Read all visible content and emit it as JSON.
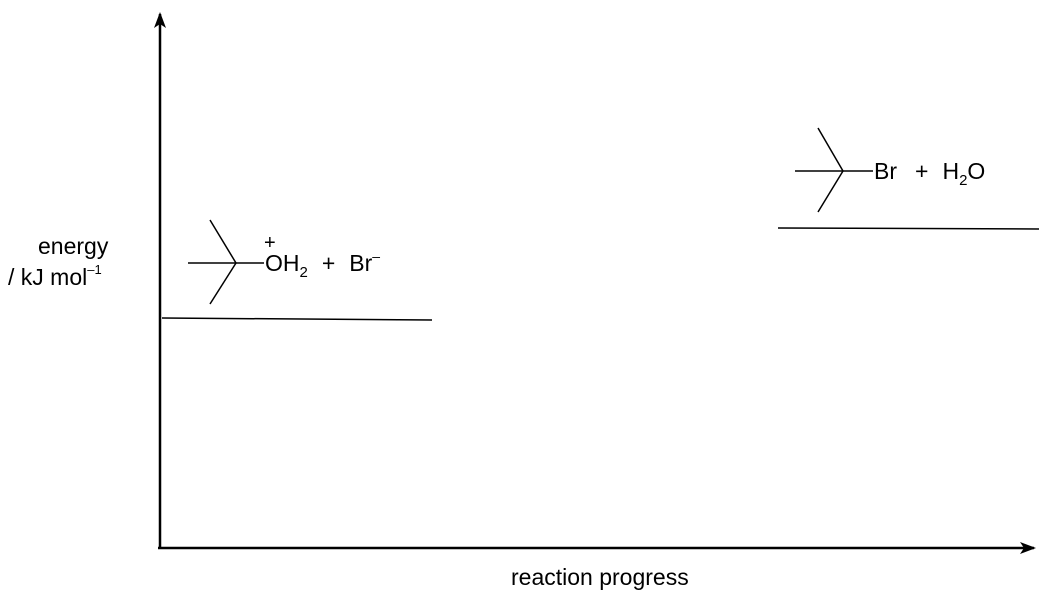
{
  "axes": {
    "y_label_line1": "energy",
    "y_label_line2_prefix": "/ kJ mol",
    "y_label_line2_sup": "–1",
    "x_label": "reaction progress"
  },
  "species_left": {
    "charge": "+",
    "group": "OH",
    "group_sub": "2",
    "plus": "+",
    "ion": "Br",
    "ion_charge": "–"
  },
  "species_right": {
    "halogen": "Br",
    "plus": "+",
    "water_h": "H",
    "water_sub": "2",
    "water_o": "O"
  }
}
